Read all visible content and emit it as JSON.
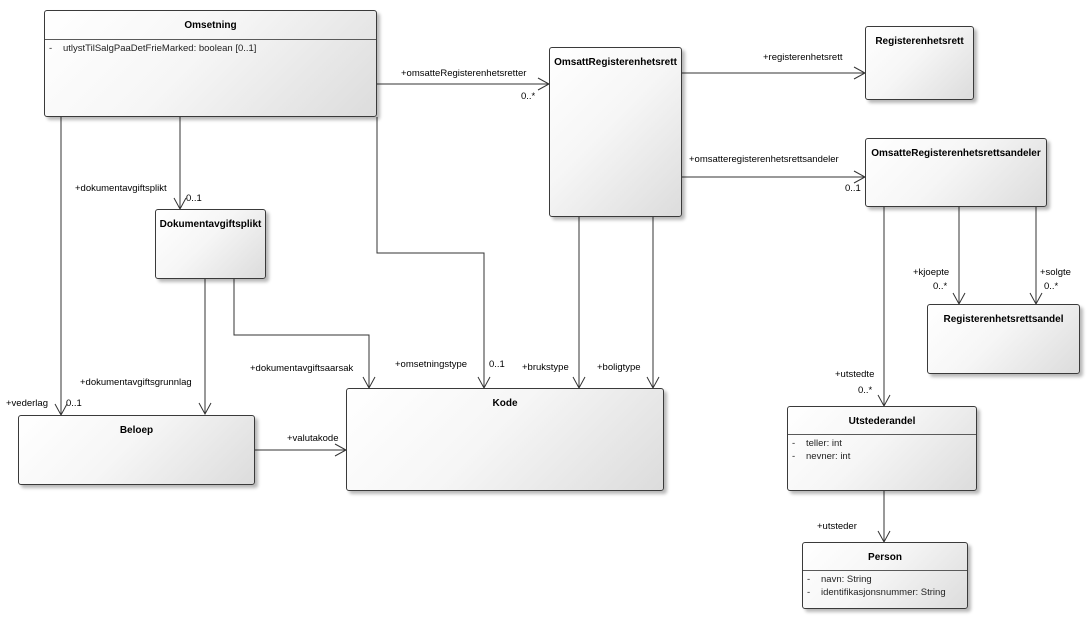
{
  "classes": {
    "omsetning": {
      "name": "Omsetning",
      "attributes": [
        {
          "visibility": "-",
          "text": "utlystTilSalgPaaDetFrieMarked: boolean [0..1]"
        }
      ]
    },
    "dokumentavgiftsplikt": {
      "name": "Dokumentavgiftsplikt"
    },
    "beloep": {
      "name": "Beloep"
    },
    "kode": {
      "name": "Kode"
    },
    "omsattRegisterenhetsrett": {
      "name": "OmsattRegisterenhetsrett"
    },
    "registerenhetsrett": {
      "name": "Registerenhetsrett"
    },
    "omsatteRegisterenhetsrettsandeler": {
      "name": "OmsatteRegisterenhetsrettsandeler"
    },
    "registerenhetsrettsandel": {
      "name": "Registerenhetsrettsandel"
    },
    "utstederandel": {
      "name": "Utstederandel",
      "attributes": [
        {
          "visibility": "-",
          "text": "teller: int"
        },
        {
          "visibility": "-",
          "text": "nevner: int"
        }
      ]
    },
    "person": {
      "name": "Person",
      "attributes": [
        {
          "visibility": "-",
          "text": "navn: String"
        },
        {
          "visibility": "-",
          "text": "identifikasjonsnummer: String"
        }
      ]
    }
  },
  "associations": {
    "omsatteRegisterenhetsretter": {
      "role": "+omsatteRegisterenhetsretter",
      "multiplicity": "0..*"
    },
    "registerenhetsrett": {
      "role": "+registerenhetsrett"
    },
    "omsatteregisterenhetsrettsandeler": {
      "role": "+omsatteregisterenhetsrettsandeler",
      "multiplicity": "0..1"
    },
    "dokumentavgiftsplikt": {
      "role": "+dokumentavgiftsplikt",
      "multiplicity": "0..1"
    },
    "vederlag": {
      "role": "+vederlag",
      "multiplicity": "0..1"
    },
    "dokumentavgiftsgrunnlag": {
      "role": "+dokumentavgiftsgrunnlag"
    },
    "dokumentavgiftsaarsak": {
      "role": "+dokumentavgiftsaarsak"
    },
    "omsetningstype": {
      "role": "+omsetningstype",
      "multiplicity": "0..1"
    },
    "valutakode": {
      "role": "+valutakode"
    },
    "brukstype": {
      "role": "+brukstype"
    },
    "boligtype": {
      "role": "+boligtype"
    },
    "kjoepte": {
      "role": "+kjoepte",
      "multiplicity": "0..*"
    },
    "solgte": {
      "role": "+solgte",
      "multiplicity": "0..*"
    },
    "utstedte": {
      "role": "+utstedte",
      "multiplicity": "0..*"
    },
    "utsteder": {
      "role": "+utsteder"
    }
  }
}
